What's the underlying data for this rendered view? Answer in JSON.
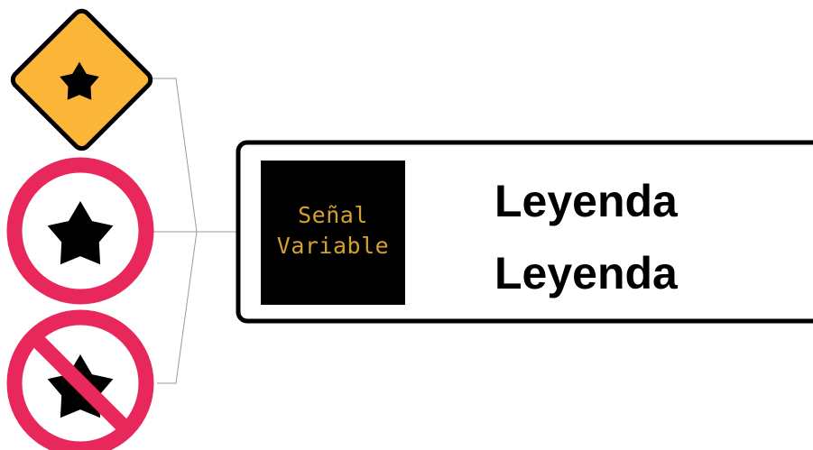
{
  "signs": {
    "warning": {
      "icon": "asterisk-icon",
      "fill": "#FBB63A",
      "border": "#000000"
    },
    "regulatory": {
      "icon": "asterisk-icon",
      "ring": "#E8285A",
      "fill": "#ffffff"
    },
    "prohibition": {
      "icon": "asterisk-icon",
      "ring": "#E8285A",
      "slash": "#E8285A",
      "fill": "#ffffff"
    }
  },
  "panel": {
    "vms": {
      "line1": "Señal",
      "line2": "Variable",
      "background": "#000000",
      "text_color": "#D4A12A"
    },
    "legend": {
      "line1": "Leyenda",
      "line2": "Leyenda",
      "color": "#000000"
    },
    "border_color": "#000000"
  },
  "connector_color": "#9a9a9a"
}
